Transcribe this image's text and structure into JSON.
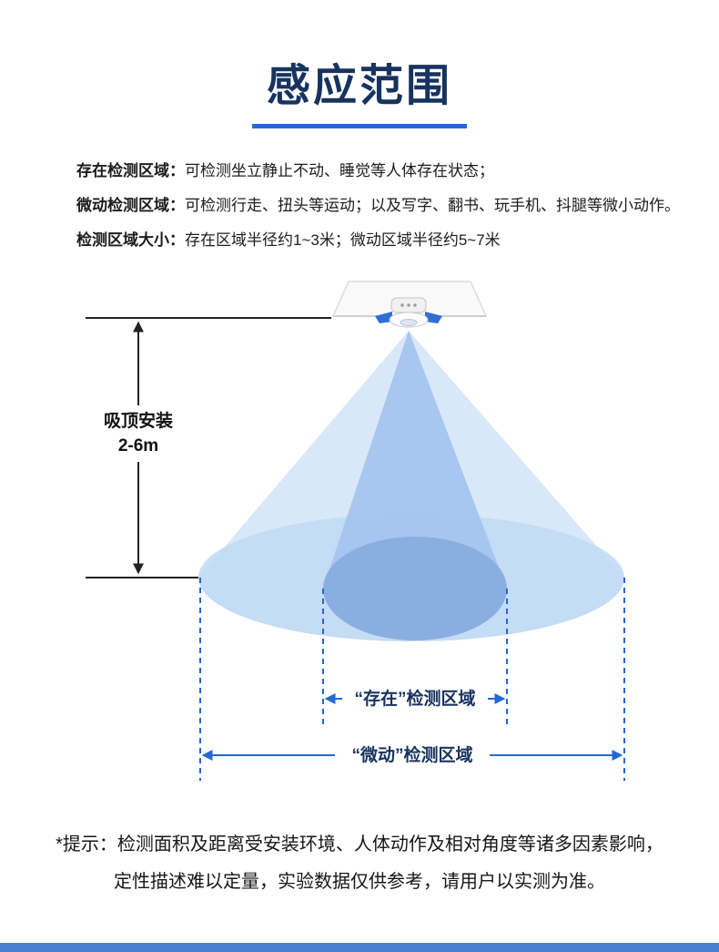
{
  "header": {
    "title": "感应范围"
  },
  "description": {
    "lines": [
      {
        "label": "存在检测区域：",
        "text": "可检测坐立静止不动、睡觉等人体存在状态；"
      },
      {
        "label": "微动检测区域：",
        "text": "可检测行走、扭头等运动；以及写字、翻书、玩手机、抖腿等微小动作。"
      },
      {
        "label": "检测区域大小：",
        "text": "存在区域半径约1~3米；微动区域半径约5~7米"
      }
    ]
  },
  "diagram": {
    "mount_label": "吸顶安装",
    "mount_height": "2-6m",
    "presence_zone_label": "“存在”检测区域",
    "micro_zone_label": "“微动”检测区域"
  },
  "footnote": {
    "line1": "*提示：检测面积及距离受安装环境、人体动作及相对角度等诸多因素影响，",
    "line2": "定性描述难以定量，实验数据仅供参考，请用户以实测为准。"
  },
  "theme": {
    "navy": "#17335f",
    "accent": "#2468d4",
    "text": "#1c1c1c",
    "micro-cone": "#d6e6f9",
    "micro-disc": "#c0d9f5",
    "presence-cone": "#a4c4ef",
    "presence-disc": "#88abde",
    "guide-black": "#222222",
    "footer-bar": "#4a80d4"
  }
}
